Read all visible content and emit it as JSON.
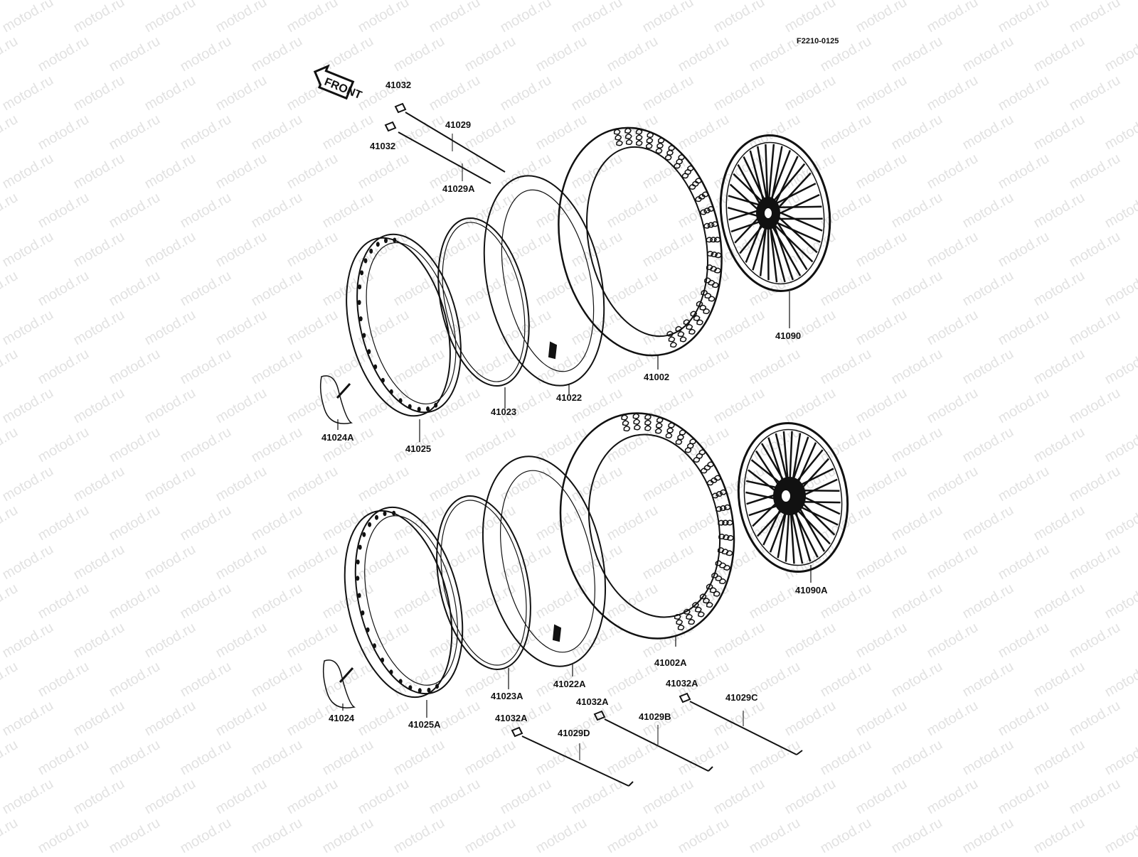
{
  "diagram": {
    "code": "F2210-0125",
    "front_tag": "FRONT",
    "watermark": "motod.ru",
    "front_wheel_labels": {
      "spoke_nipple_top": "41032",
      "spoke_nipple_lower": "41032",
      "spoke": "41029",
      "spoke_a": "41029A",
      "tire": "41002",
      "wheel_assembly": "41090",
      "tube": "41022",
      "rim_band": "41023",
      "rim": "41025",
      "rim_lock": "41024A"
    },
    "rear_wheel_labels": {
      "tire": "41002A",
      "wheel_assembly": "41090A",
      "tube": "41022A",
      "rim_band": "41023A",
      "rim": "41025A",
      "rim_lock": "41024",
      "nipple_c": "41032A",
      "spoke_c": "41029C",
      "nipple_b": "41032A",
      "spoke_b": "41029B",
      "nipple_d": "41032A",
      "spoke_d": "41029D"
    }
  }
}
